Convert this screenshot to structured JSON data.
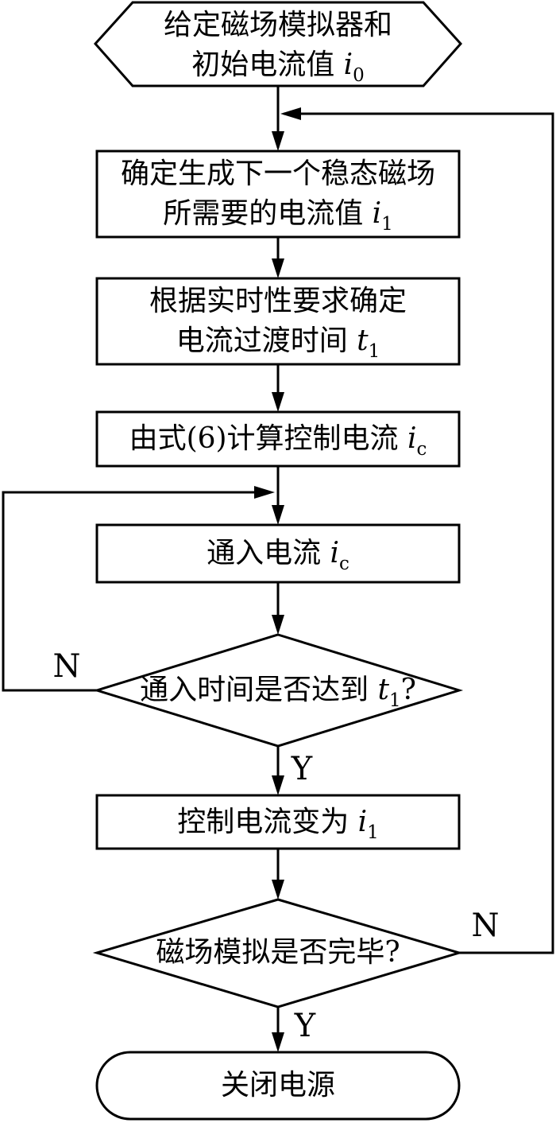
{
  "figure": {
    "kind": "flowchart",
    "background": "#ffffff",
    "line_color": "#000000",
    "text_color": "#000000"
  },
  "nodes": {
    "start": {
      "shape": "hexagon",
      "lines": [
        {
          "pre": "给定磁场模拟器和"
        },
        {
          "pre": "初始电流值 ",
          "var": "i",
          "sub": "0"
        }
      ]
    },
    "step1": {
      "shape": "process",
      "lines": [
        {
          "pre": "确定生成下一个稳态磁场"
        },
        {
          "pre": "所需要的电流值 ",
          "var": "i",
          "sub": "1"
        }
      ]
    },
    "step2": {
      "shape": "process",
      "lines": [
        {
          "pre": "根据实时性要求确定"
        },
        {
          "pre": "电流过渡时间 ",
          "var": "t",
          "sub": "1"
        }
      ]
    },
    "step3": {
      "shape": "process",
      "lines": [
        {
          "pre": "由式(6)计算控制电流 ",
          "var": "i",
          "sub": "c"
        }
      ]
    },
    "step4": {
      "shape": "process",
      "lines": [
        {
          "pre": "通入电流 ",
          "var": "i",
          "sub": "c"
        }
      ]
    },
    "decision1": {
      "shape": "decision",
      "lines": [
        {
          "pre": "通入时间是否达到 ",
          "var": "t",
          "sub": "1",
          "post": "?"
        }
      ]
    },
    "step5": {
      "shape": "process",
      "lines": [
        {
          "pre": "控制电流变为 ",
          "var": "i",
          "sub": "1"
        }
      ]
    },
    "decision2": {
      "shape": "decision",
      "lines": [
        {
          "pre": "磁场模拟是否完毕?"
        }
      ]
    },
    "end": {
      "shape": "terminator",
      "lines": [
        {
          "pre": "关闭电源"
        }
      ]
    }
  },
  "edges": [
    {
      "from": "start",
      "to": "step1"
    },
    {
      "from": "step1",
      "to": "step2"
    },
    {
      "from": "step2",
      "to": "step3"
    },
    {
      "from": "step3",
      "to": "step4"
    },
    {
      "from": "step4",
      "to": "decision1"
    },
    {
      "from": "decision1",
      "to": "step4",
      "label": "N"
    },
    {
      "from": "decision1",
      "to": "step5",
      "label": "Y"
    },
    {
      "from": "step5",
      "to": "decision2"
    },
    {
      "from": "decision2",
      "to": "step1",
      "label": "N"
    },
    {
      "from": "decision2",
      "to": "end",
      "label": "Y"
    }
  ]
}
